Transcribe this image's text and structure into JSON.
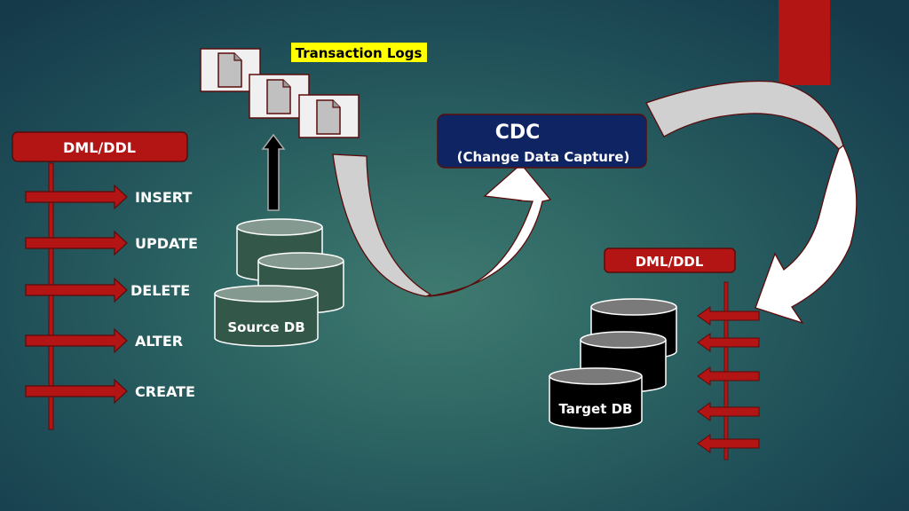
{
  "title": "Change Data Capture flow",
  "left_panel": {
    "header": "DML/DDL",
    "operations": [
      "INSERT",
      "UPDATE",
      "DELETE",
      "ALTER",
      "CREATE"
    ]
  },
  "transaction_logs": {
    "label": "Transaction Logs",
    "highlight_color": "#ffff00",
    "file_count": 3
  },
  "source_db": {
    "label": "Source DB"
  },
  "cdc": {
    "title": "CDC",
    "subtitle": "(Change Data Capture)",
    "color": "#0f2463"
  },
  "right_panel": {
    "header": "DML/DDL",
    "arrow_count": 5
  },
  "target_db": {
    "label": "Target DB"
  },
  "colors": {
    "accent_red": "#b31515",
    "dark_red_border": "#5a0c0c",
    "source_db_fill": "#33584a",
    "target_db_fill": "#000000"
  }
}
